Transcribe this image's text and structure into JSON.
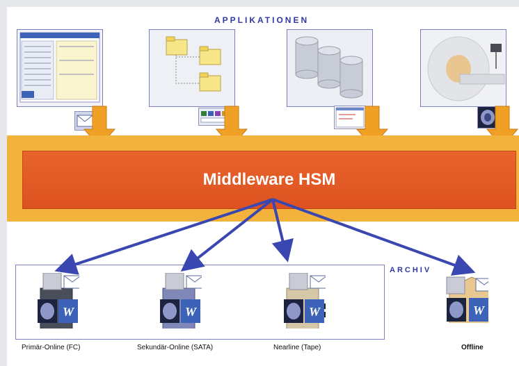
{
  "title": "APPLIKATIONEN",
  "middleware_label": "Middleware HSM",
  "archive_label": "ARCHIV",
  "tiers": [
    {
      "label": "Primär-Online (FC)"
    },
    {
      "label": "Sekundär-Online (SATA)"
    },
    {
      "label": "Nearline (Tape)"
    },
    {
      "label": "Offline"
    }
  ],
  "applications": [
    {
      "icon": "spreadsheet-window-icon",
      "badge": "mail-icon"
    },
    {
      "icon": "folder-tree-icon",
      "badge": "toolbar-icon"
    },
    {
      "icon": "database-cylinders-icon",
      "badge": "document-window-icon"
    },
    {
      "icon": "mri-scanner-icon",
      "badge": "brain-scan-icon"
    }
  ],
  "colors": {
    "accent_blue": "#2f3aa0",
    "arrow_orange": "#f0a024",
    "hsm_orange": "#e15a24",
    "band_orange": "#f2b23b"
  }
}
